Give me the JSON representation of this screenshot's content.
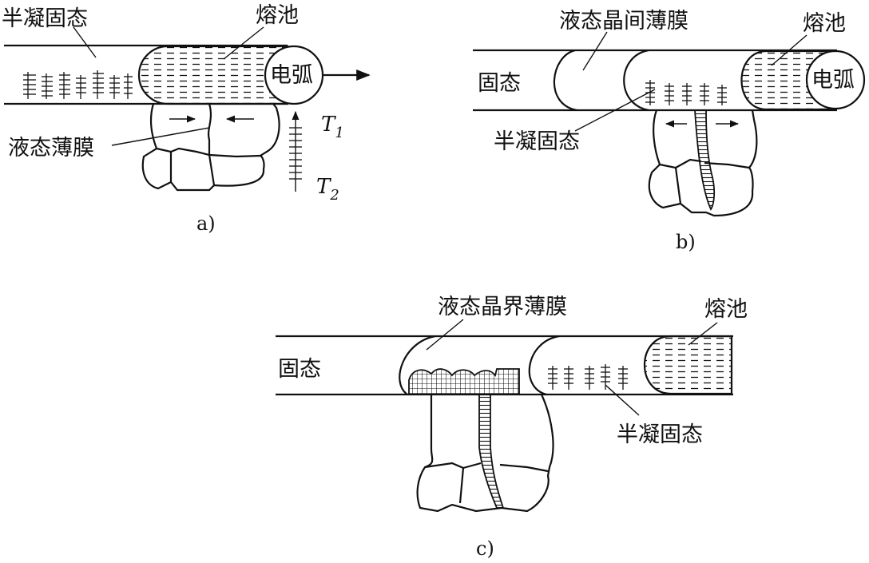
{
  "panels": [
    {
      "id": "a",
      "caption": "a)",
      "labels": {
        "semi_solid": "半凝固态",
        "weld_pool": "熔池",
        "arc": "电弧",
        "liquid_film": "液态薄膜",
        "t1": "T",
        "t1_sub": "1",
        "t2": "T",
        "t2_sub": "2"
      }
    },
    {
      "id": "b",
      "caption": "b)",
      "labels": {
        "intergranular_film": "液态晶间薄膜",
        "weld_pool": "熔池",
        "solid": "固态",
        "arc": "电弧",
        "semi_solid": "半凝固态"
      }
    },
    {
      "id": "c",
      "caption": "c)",
      "labels": {
        "grain_boundary_film": "液态晶界薄膜",
        "weld_pool": "熔池",
        "solid": "固态",
        "semi_solid": "半凝固态"
      }
    }
  ]
}
